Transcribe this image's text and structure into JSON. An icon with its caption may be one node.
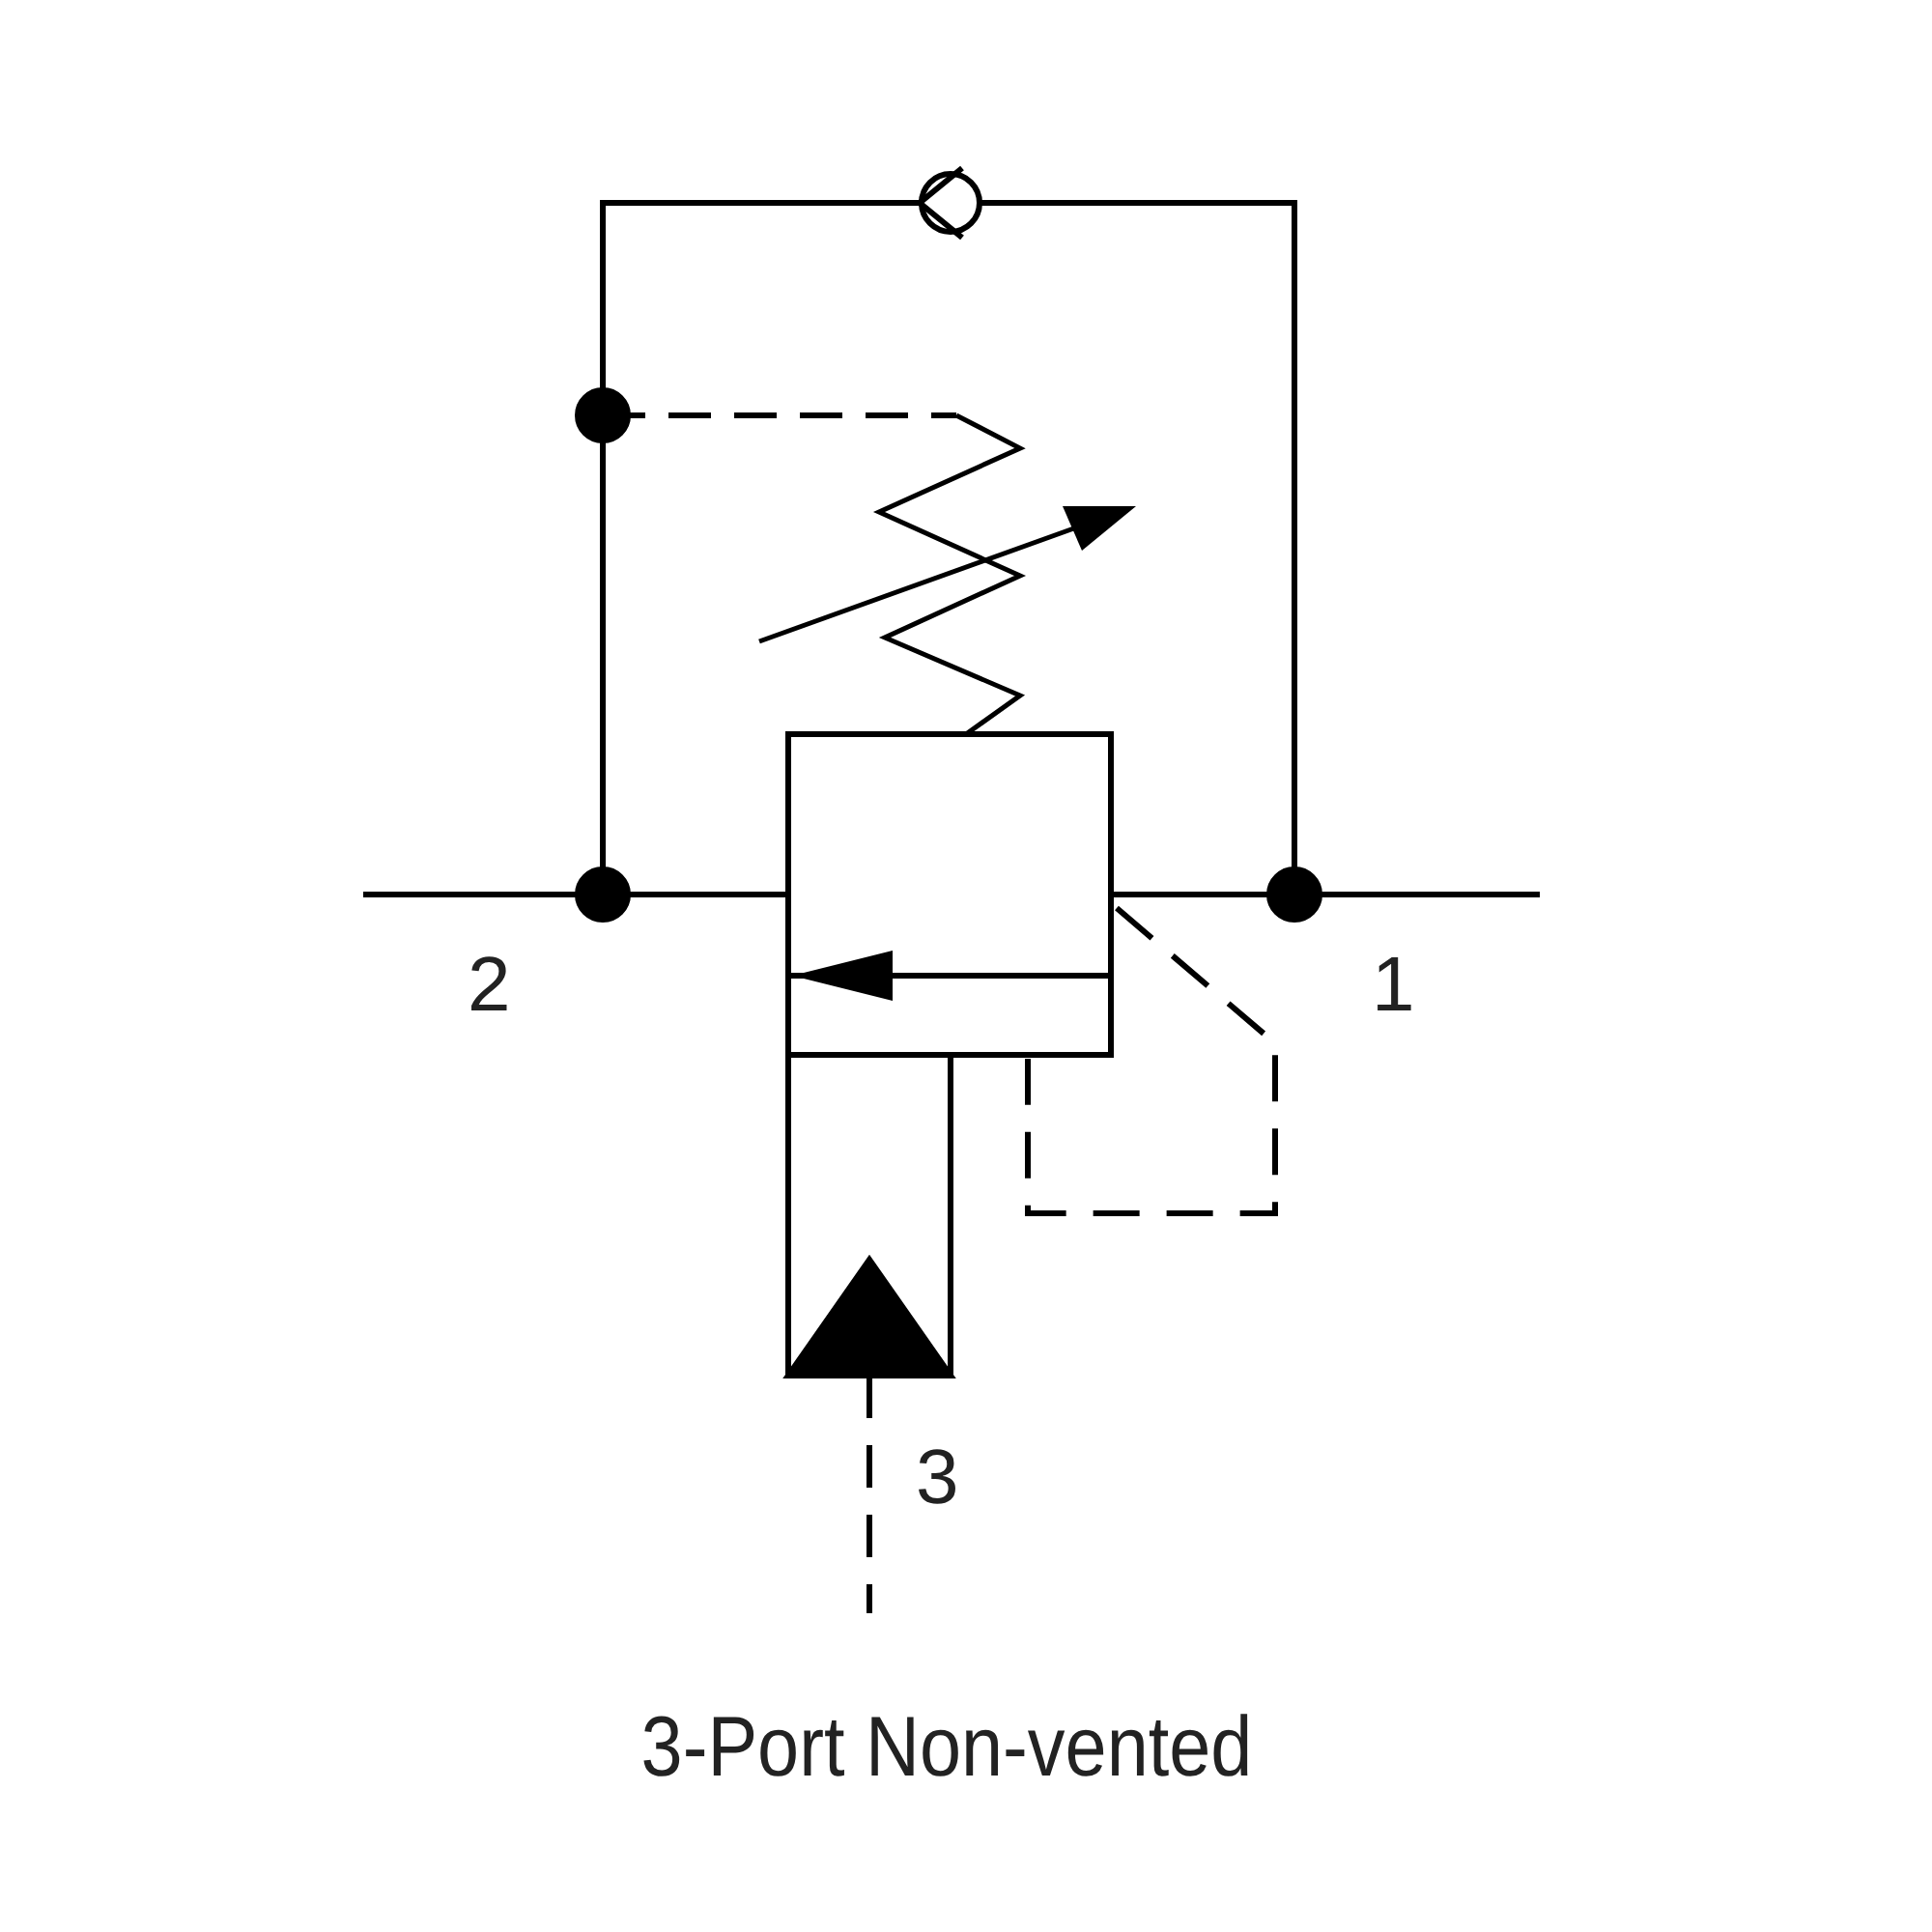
{
  "diagram": {
    "caption": "3-Port Non-vented",
    "labels": [
      "2",
      "1",
      "3"
    ]
  }
}
